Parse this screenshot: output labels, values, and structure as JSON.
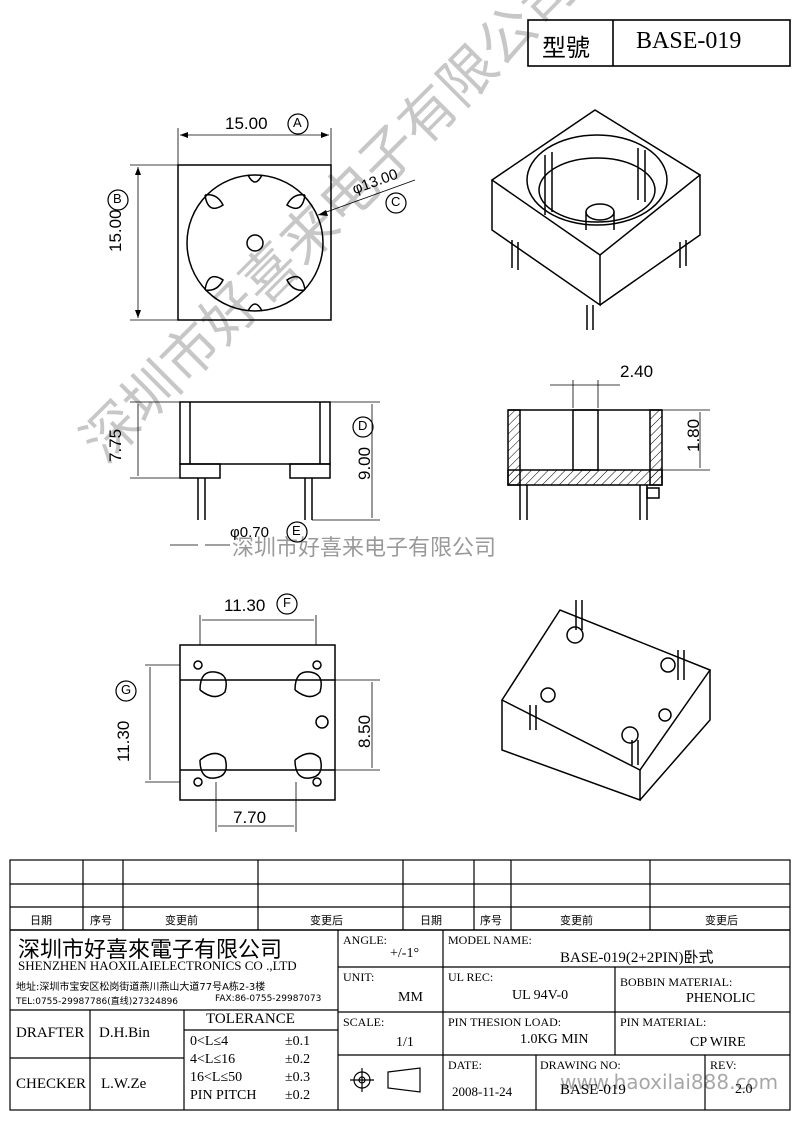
{
  "header": {
    "model_label": "型號",
    "model_value": "BASE-019"
  },
  "dimensions": {
    "top_width": "15.00",
    "top_height": "15.00",
    "circle_dia": "φ13.00",
    "front_height": "7.75",
    "total_height": "9.00",
    "pin_dia": "φ0.70",
    "section_width": "2.40",
    "section_height": "1.80",
    "bottom_width": "11.30",
    "bottom_height": "11.30",
    "bottom_inner": "8.50",
    "bottom_pitch": "7.70"
  },
  "markers": {
    "A": "A",
    "B": "B",
    "C": "C",
    "D": "D",
    "E": "E",
    "F": "F",
    "G": "G"
  },
  "watermark": {
    "diagonal": "深圳市好喜来电子有限公司",
    "center": "深圳市好喜来电子有限公司",
    "url": "www.haoxilai888.com"
  },
  "revision": {
    "headers": [
      "日期",
      "序号",
      "变更前",
      "变更后",
      "日期",
      "序号",
      "变更前",
      "变更后"
    ]
  },
  "company": {
    "name_cn": "深圳市好喜來電子有限公司",
    "name_en": "SHENZHEN HAOXILAIELECTRONICS CO .,LTD",
    "address": "地址:深圳市宝安区松岗街道燕川燕山大道77号A栋2-3楼",
    "tel": "TEL:0755-29987786(直线)27324896",
    "fax": "FAX:86-0755-29987073"
  },
  "info": {
    "angle_label": "ANGLE:",
    "angle_value": "+/-1°",
    "model_name_label": "MODEL NAME:",
    "model_name_value": "BASE-019(2+2PIN)卧式",
    "unit_label": "UNIT:",
    "unit_value": "MM",
    "ul_label": "UL REC:",
    "ul_value": "UL 94V-0",
    "bobbin_label": "BOBBIN MATERIAL:",
    "bobbin_value": "PHENOLIC",
    "scale_label": "SCALE:",
    "scale_value": "1/1",
    "pin_load_label": "PIN THESION LOAD:",
    "pin_load_value": "1.0KG MIN",
    "pin_mat_label": "PIN MATERIAL:",
    "pin_mat_value": "CP  WIRE",
    "date_label": "DATE:",
    "date_value": "2008-11-24",
    "drawing_label": "DRAWING NO:",
    "drawing_value": "BASE-019",
    "rev_label": "REV:",
    "rev_value": "2.0"
  },
  "signoff": {
    "drafter_label": "DRAFTER",
    "drafter_value": "D.H.Bin",
    "checker_label": "CHECKER",
    "checker_value": "L.W.Ze"
  },
  "tolerance": {
    "title": "TOLERANCE",
    "rows": [
      {
        "range": "0<L≤4",
        "value": "±0.1"
      },
      {
        "range": "4<L≤16",
        "value": "±0.2"
      },
      {
        "range": "16<L≤50",
        "value": "±0.3"
      },
      {
        "range": "PIN PITCH",
        "value": "±0.2"
      }
    ]
  }
}
